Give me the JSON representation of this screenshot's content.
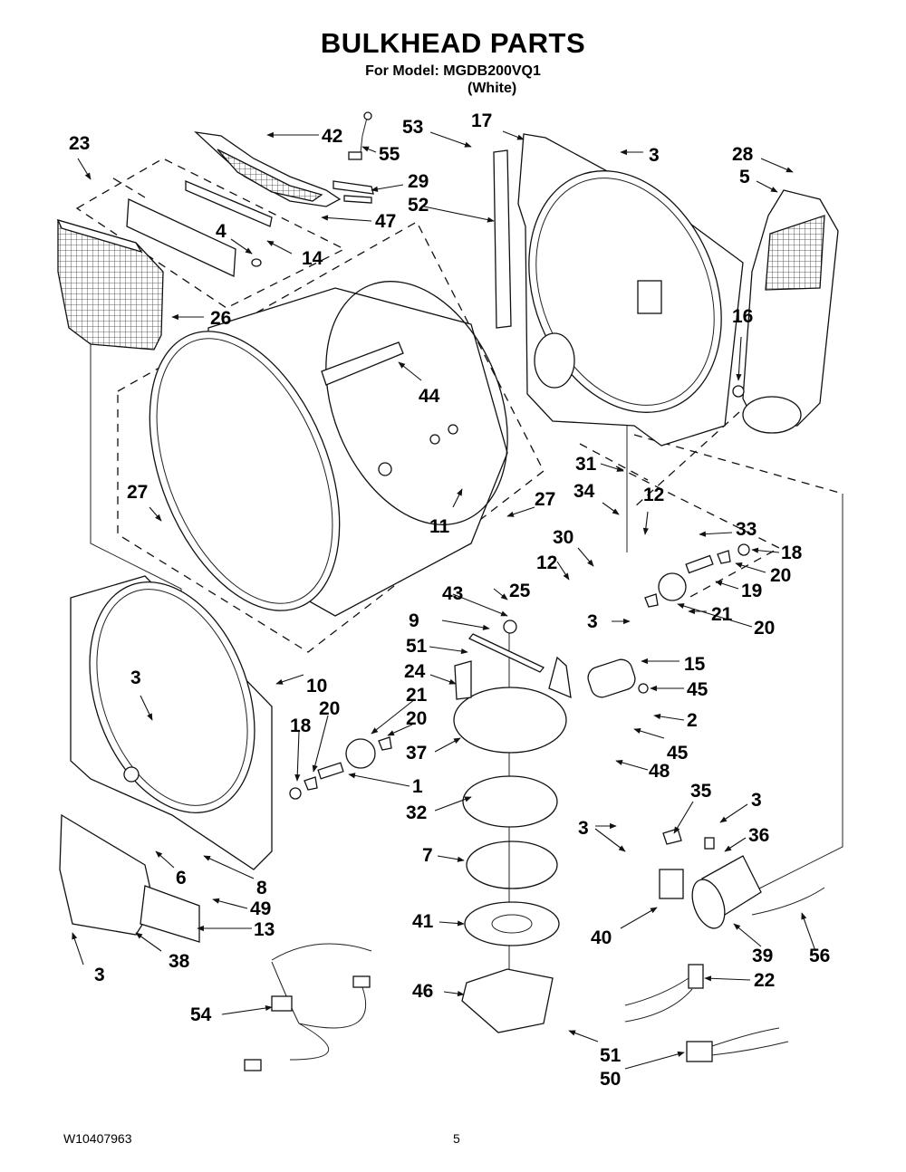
{
  "header": {
    "title": "BULKHEAD PARTS",
    "model_line": "For Model: MGDB200VQ1",
    "color_line": "(White)"
  },
  "footer": {
    "document_number": "W10407963",
    "page_number": "5"
  },
  "callouts": [
    {
      "id": "23",
      "label": "23"
    },
    {
      "id": "42",
      "label": "42"
    },
    {
      "id": "55",
      "label": "55"
    },
    {
      "id": "53",
      "label": "53"
    },
    {
      "id": "17",
      "label": "17"
    },
    {
      "id": "3a",
      "label": "3"
    },
    {
      "id": "28",
      "label": "28"
    },
    {
      "id": "5",
      "label": "5"
    },
    {
      "id": "29",
      "label": "29"
    },
    {
      "id": "52",
      "label": "52"
    },
    {
      "id": "47",
      "label": "47"
    },
    {
      "id": "4",
      "label": "4"
    },
    {
      "id": "14",
      "label": "14"
    },
    {
      "id": "26",
      "label": "26"
    },
    {
      "id": "16",
      "label": "16"
    },
    {
      "id": "44",
      "label": "44"
    },
    {
      "id": "31",
      "label": "31"
    },
    {
      "id": "27a",
      "label": "27"
    },
    {
      "id": "27b",
      "label": "27"
    },
    {
      "id": "11",
      "label": "11"
    },
    {
      "id": "34",
      "label": "34"
    },
    {
      "id": "12a",
      "label": "12"
    },
    {
      "id": "33",
      "label": "33"
    },
    {
      "id": "30",
      "label": "30"
    },
    {
      "id": "18a",
      "label": "18"
    },
    {
      "id": "12b",
      "label": "12"
    },
    {
      "id": "20a",
      "label": "20"
    },
    {
      "id": "25",
      "label": "25"
    },
    {
      "id": "19",
      "label": "19"
    },
    {
      "id": "43",
      "label": "43"
    },
    {
      "id": "3b",
      "label": "3"
    },
    {
      "id": "21a",
      "label": "21"
    },
    {
      "id": "20b",
      "label": "20"
    },
    {
      "id": "9",
      "label": "9"
    },
    {
      "id": "51a",
      "label": "51"
    },
    {
      "id": "15",
      "label": "15"
    },
    {
      "id": "24",
      "label": "24"
    },
    {
      "id": "45a",
      "label": "45"
    },
    {
      "id": "10",
      "label": "10"
    },
    {
      "id": "3c",
      "label": "3"
    },
    {
      "id": "21b",
      "label": "21"
    },
    {
      "id": "2",
      "label": "2"
    },
    {
      "id": "20c",
      "label": "20"
    },
    {
      "id": "18b",
      "label": "18"
    },
    {
      "id": "20d",
      "label": "20"
    },
    {
      "id": "45b",
      "label": "45"
    },
    {
      "id": "37",
      "label": "37"
    },
    {
      "id": "48",
      "label": "48"
    },
    {
      "id": "1",
      "label": "1"
    },
    {
      "id": "32",
      "label": "32"
    },
    {
      "id": "35",
      "label": "35"
    },
    {
      "id": "3d",
      "label": "3"
    },
    {
      "id": "3e",
      "label": "3"
    },
    {
      "id": "36",
      "label": "36"
    },
    {
      "id": "6",
      "label": "6"
    },
    {
      "id": "8",
      "label": "8"
    },
    {
      "id": "7",
      "label": "7"
    },
    {
      "id": "49",
      "label": "49"
    },
    {
      "id": "13",
      "label": "13"
    },
    {
      "id": "41",
      "label": "41"
    },
    {
      "id": "40",
      "label": "40"
    },
    {
      "id": "3f",
      "label": "3"
    },
    {
      "id": "38",
      "label": "38"
    },
    {
      "id": "39",
      "label": "39"
    },
    {
      "id": "56",
      "label": "56"
    },
    {
      "id": "46",
      "label": "46"
    },
    {
      "id": "22",
      "label": "22"
    },
    {
      "id": "54",
      "label": "54"
    },
    {
      "id": "51b",
      "label": "51"
    },
    {
      "id": "50",
      "label": "50"
    }
  ]
}
